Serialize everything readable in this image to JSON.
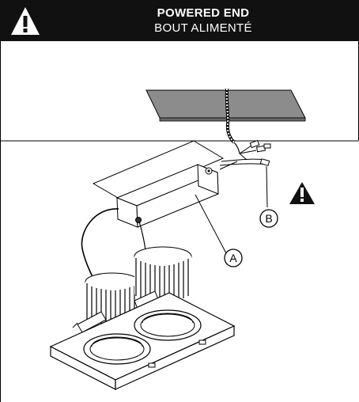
{
  "header": {
    "title_line1": "POWERED END",
    "title_line2": "BOUT ALIMENTÉ",
    "warning_icon": "warning-triangle-icon",
    "background_color": "#111111"
  },
  "callouts": {
    "a_label": "A",
    "b_label": "B"
  }
}
